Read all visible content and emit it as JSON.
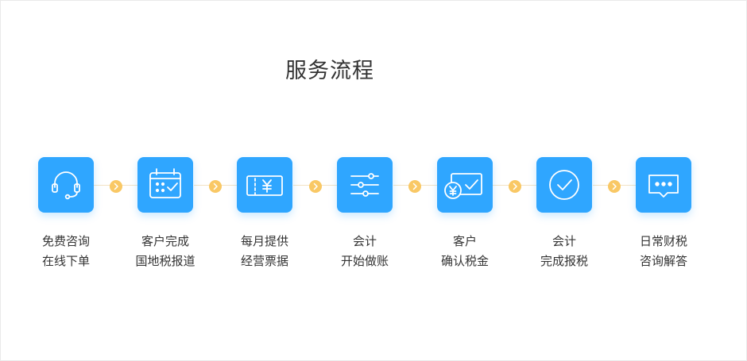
{
  "title": "服务流程",
  "colors": {
    "icon_bg": "#2fa6ff",
    "arrow_bg": "#f9c865",
    "connector": "#f3e3c4"
  },
  "steps": [
    {
      "icon": "headset-icon",
      "line1": "免费咨询",
      "line2": "在线下单"
    },
    {
      "icon": "calendar-check-icon",
      "line1": "客户完成",
      "line2": "国地税报道"
    },
    {
      "icon": "yen-ticket-icon",
      "line1": "每月提供",
      "line2": "经营票据"
    },
    {
      "icon": "sliders-icon",
      "line1": "会计",
      "line2": "开始做账"
    },
    {
      "icon": "yen-card-check-icon",
      "line1": "客户",
      "line2": "确认税金"
    },
    {
      "icon": "check-circle-icon",
      "line1": "会计",
      "line2": "完成报税"
    },
    {
      "icon": "chat-bubble-icon",
      "line1": "日常财税",
      "line2": "咨询解答"
    }
  ]
}
